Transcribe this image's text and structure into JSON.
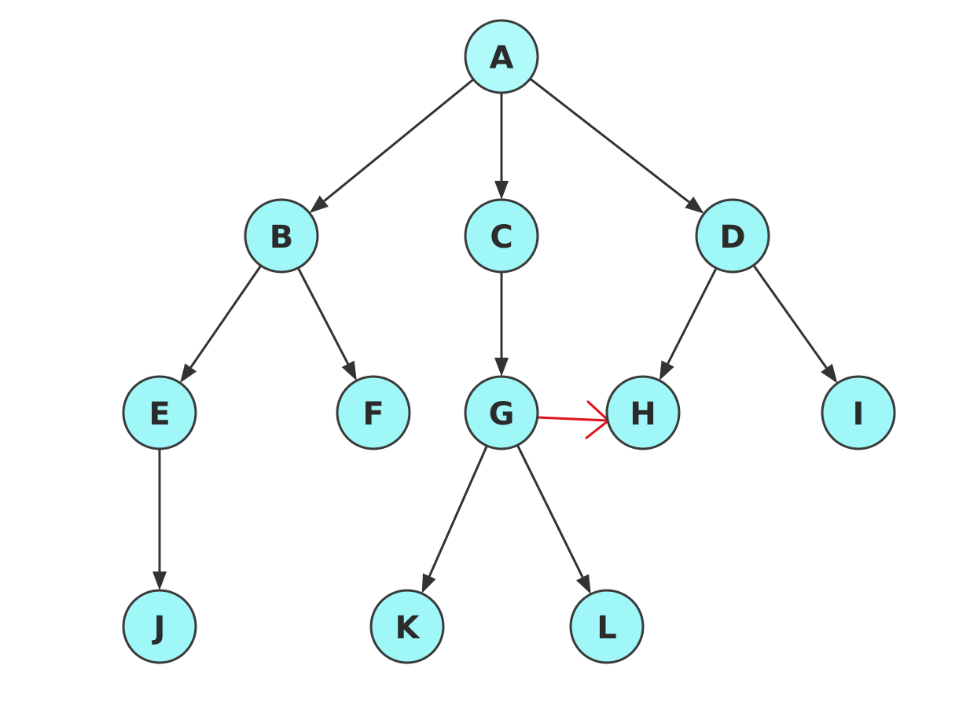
{
  "colors": {
    "node_fill": "#9ff7f7",
    "node_stroke": "#3a3a3a",
    "edge": "#333333",
    "highlight_edge": "#e0101a"
  },
  "nodes": [
    {
      "id": "A",
      "label": "A"
    },
    {
      "id": "B",
      "label": "B"
    },
    {
      "id": "C",
      "label": "C"
    },
    {
      "id": "D",
      "label": "D"
    },
    {
      "id": "E",
      "label": "E"
    },
    {
      "id": "F",
      "label": "F"
    },
    {
      "id": "G",
      "label": "G"
    },
    {
      "id": "H",
      "label": "H"
    },
    {
      "id": "I",
      "label": "I"
    },
    {
      "id": "J",
      "label": "J"
    },
    {
      "id": "K",
      "label": "K"
    },
    {
      "id": "L",
      "label": "L"
    }
  ],
  "edges": [
    {
      "from": "A",
      "to": "B"
    },
    {
      "from": "A",
      "to": "C"
    },
    {
      "from": "A",
      "to": "D"
    },
    {
      "from": "B",
      "to": "E"
    },
    {
      "from": "B",
      "to": "F"
    },
    {
      "from": "C",
      "to": "G"
    },
    {
      "from": "D",
      "to": "H"
    },
    {
      "from": "D",
      "to": "I"
    },
    {
      "from": "E",
      "to": "J"
    },
    {
      "from": "G",
      "to": "K"
    },
    {
      "from": "G",
      "to": "L"
    }
  ],
  "highlighted_edges": [
    {
      "from": "G",
      "to": "H",
      "style": "open-arrow"
    }
  ]
}
